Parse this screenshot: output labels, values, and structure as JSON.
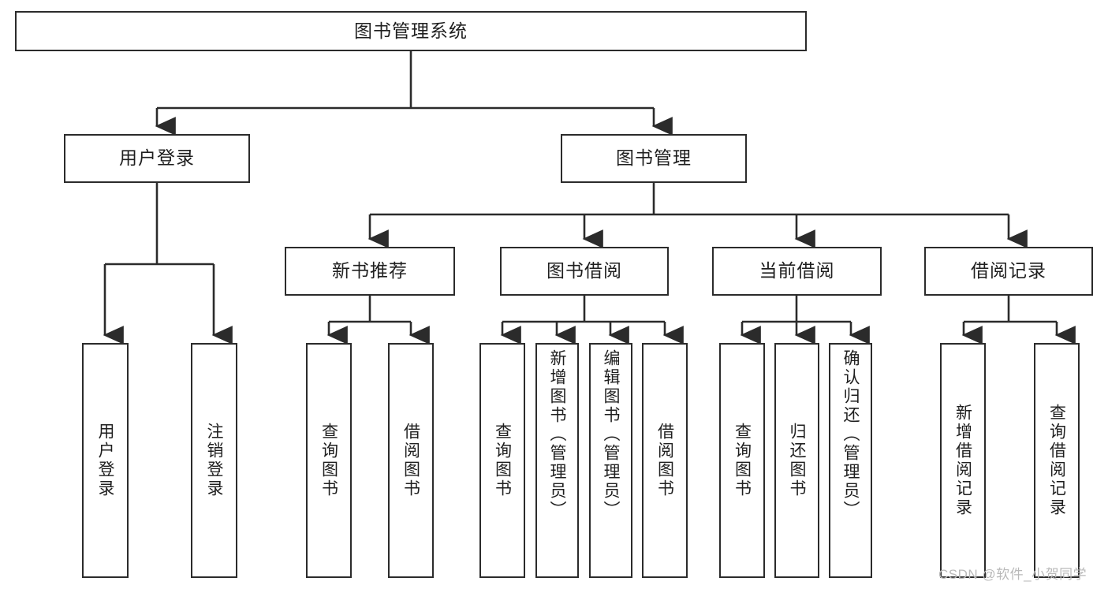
{
  "diagram": {
    "title": "图书管理系统",
    "type": "tree-hierarchy",
    "style": {
      "box_border_color": "#2b2b2b",
      "box_fill_color": "#ffffff",
      "edge_color": "#2b2b2b",
      "text_color": "#1f1f1f",
      "background_color": "#ffffff"
    }
  },
  "root": {
    "label": "图书管理系统"
  },
  "level2": [
    {
      "label": "用户登录"
    },
    {
      "label": "图书管理"
    }
  ],
  "level3": [
    {
      "label": "新书推荐"
    },
    {
      "label": "图书借阅"
    },
    {
      "label": "当前借阅"
    },
    {
      "label": "借阅记录"
    }
  ],
  "leaves": {
    "user_login": [
      {
        "label": "用户登录"
      },
      {
        "label": "注销登录"
      }
    ],
    "new_book_recommend": [
      {
        "label": "查询图书"
      },
      {
        "label": "借阅图书"
      }
    ],
    "book_borrow": [
      {
        "label": "查询图书"
      },
      {
        "label": "新增图书（管理员）"
      },
      {
        "label": "编辑图书（管理员）"
      },
      {
        "label": "借阅图书"
      }
    ],
    "current_borrow": [
      {
        "label": "查询图书"
      },
      {
        "label": "归还图书"
      },
      {
        "label": "确认归还（管理员）"
      }
    ],
    "borrow_record": [
      {
        "label": "新增借阅记录"
      },
      {
        "label": "查询借阅记录"
      }
    ]
  },
  "watermark": {
    "text": "CSDN @软件_小贺同学"
  }
}
